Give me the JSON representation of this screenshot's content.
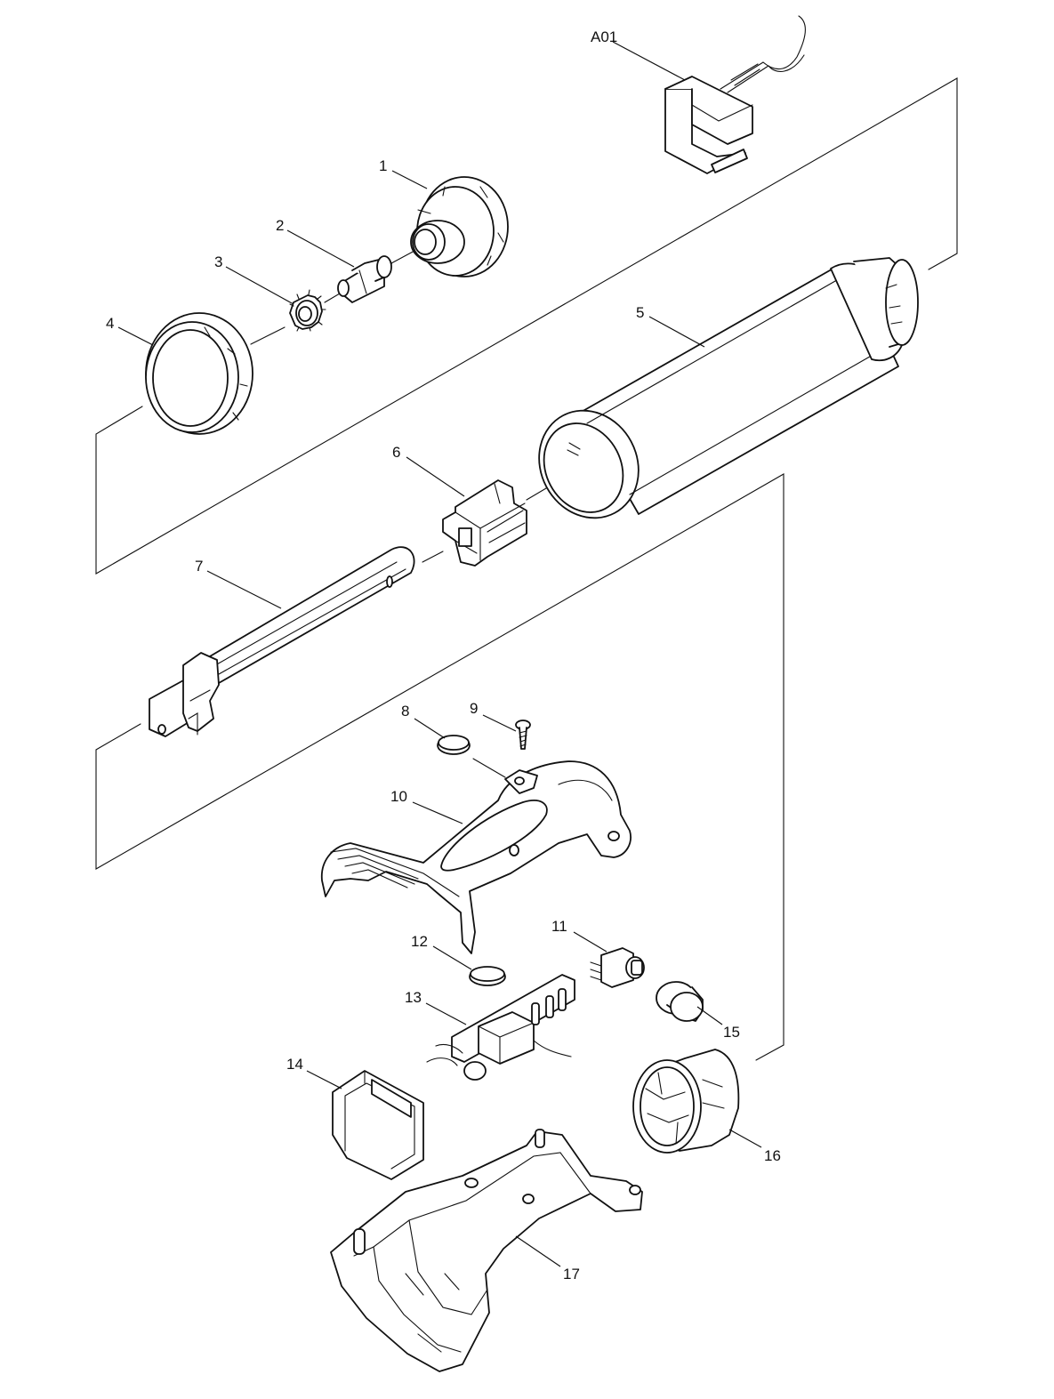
{
  "diagram": {
    "labels": {
      "a01": "A01",
      "p1": "1",
      "p2": "2",
      "p3": "3",
      "p4": "4",
      "p5": "5",
      "p6": "6",
      "p7": "7",
      "p8": "8",
      "p9": "9",
      "p10": "10",
      "p11": "11",
      "p12": "12",
      "p13": "13",
      "p14": "14",
      "p15": "15",
      "p16": "16",
      "p17": "17"
    },
    "colors": {
      "line": "#111111",
      "fill": "#ffffff",
      "shade": "#e6e6e6"
    }
  }
}
